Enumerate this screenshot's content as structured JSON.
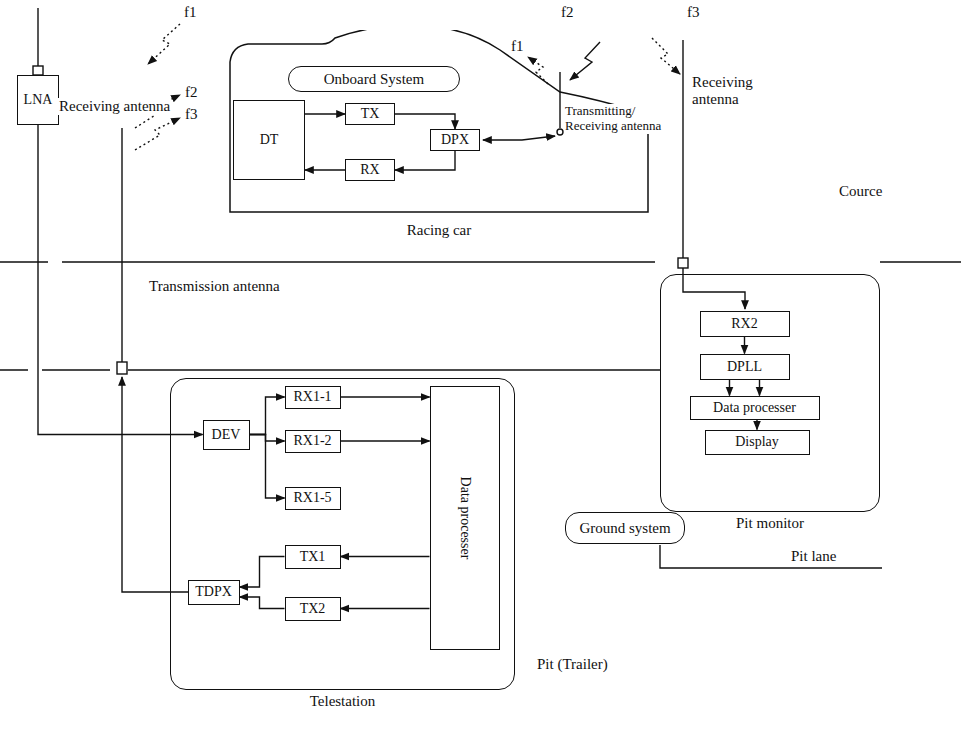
{
  "diagram": {
    "nodes": [
      {
        "text": [
          "Racing car"
        ]
      },
      {
        "text": [
          "Onboard System"
        ],
        "in": 0
      },
      {
        "text": [
          "DT"
        ],
        "in": 0
      },
      {
        "text": [
          "TX"
        ],
        "in": 0
      },
      {
        "text": [
          "DPX"
        ],
        "in": 0
      },
      {
        "text": [
          "RX"
        ],
        "in": 0
      },
      {
        "text": [
          "Pit monitor"
        ]
      },
      {
        "text": [
          "RX2"
        ],
        "in": 6
      },
      {
        "text": [
          "DPLL"
        ],
        "in": 6
      },
      {
        "text": [
          "Data processer"
        ],
        "in": 6
      },
      {
        "text": [
          "Display"
        ],
        "in": 6
      },
      {
        "text": [
          "LNA"
        ]
      },
      {
        "text": [
          "Telestation"
        ]
      },
      {
        "text": [
          "DEV"
        ],
        "in": 12
      },
      {
        "text": [
          "RX1-1"
        ],
        "in": 12
      },
      {
        "text": [
          "RX1-2"
        ],
        "in": 12
      },
      {
        "text": [
          "RX1-5"
        ],
        "in": 12
      },
      {
        "text": [
          "TX1"
        ],
        "in": 12
      },
      {
        "text": [
          "TX2"
        ],
        "in": 12
      },
      {
        "text": [
          "TDPX"
        ],
        "in": 12
      },
      {
        "text": [
          "Data processer"
        ],
        "in": 12
      },
      {
        "text": [
          "Ground system"
        ]
      }
    ],
    "edges": [
      {
        "from": 2,
        "to": 3,
        "arrow": "to"
      },
      {
        "from": 3,
        "to": 4,
        "arrow": "to"
      },
      {
        "from": 4,
        "to": 5,
        "arrow": "to"
      },
      {
        "from": 5,
        "to": 2,
        "arrow": "to"
      },
      {
        "from": 7,
        "to": 8,
        "arrow": "to"
      },
      {
        "from": 8,
        "to": 9,
        "arrow": "to"
      },
      {
        "from": 8,
        "to": 9,
        "arrow": "to"
      },
      {
        "from": 9,
        "to": 10,
        "arrow": "to"
      },
      {
        "from": 11,
        "to": 13,
        "arrow": "to"
      },
      {
        "from": 13,
        "to": 14,
        "arrow": "to"
      },
      {
        "from": 13,
        "to": 15,
        "arrow": "to"
      },
      {
        "from": 13,
        "to": 16,
        "arrow": "to"
      },
      {
        "from": 14,
        "to": 20,
        "arrow": "to"
      },
      {
        "from": 15,
        "to": 20,
        "arrow": "to"
      },
      {
        "from": 20,
        "to": 17,
        "arrow": "to"
      },
      {
        "from": 20,
        "to": 18,
        "arrow": "to"
      },
      {
        "from": 17,
        "to": 19,
        "arrow": "to"
      },
      {
        "from": 18,
        "to": 19,
        "arrow": "to"
      }
    ],
    "labels": [
      "f1",
      "f1",
      "f2",
      "f3",
      "f2",
      "f3",
      "Receiving antenna",
      "Transmitting/ Receiving antenna",
      "Receiving antenna",
      "Cource",
      "Transmission antenna",
      "Pit lane",
      "Pit (Trailer)"
    ]
  }
}
